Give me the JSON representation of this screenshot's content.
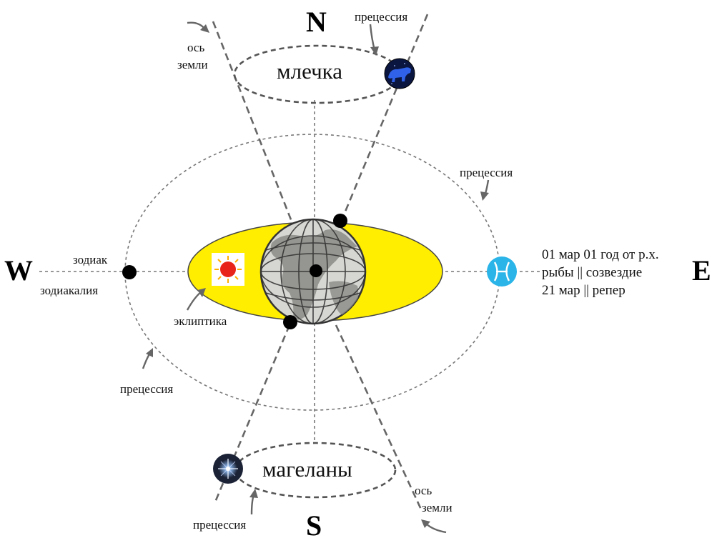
{
  "compass": {
    "north": "N",
    "south": "S",
    "west": "W",
    "east": "E"
  },
  "labels": {
    "precession_top": "прецессия",
    "precession_right": "прецессия",
    "precession_left": "прецессия",
    "precession_bottom": "прецессия",
    "axis_top_line1": "ось",
    "axis_top_line2": "земли",
    "axis_bottom_line1": "ось",
    "axis_bottom_line2": "земли",
    "milky_way": "млечка",
    "magellans": "магеланы",
    "zodiac": "зодиак",
    "zodiacalia": "зодиакалия",
    "ecliptic": "эклиптика",
    "east_line1": "01 мар 01 год от р.х.",
    "east_line2": "рыбы || созвездие",
    "east_line3": "21 мар || репер"
  },
  "icons": {
    "north_constellation": "great-bear-icon",
    "south_star": "star-icon",
    "sun": "sun-icon",
    "pisces": "pisces-icon",
    "earth": "globe-icon"
  },
  "colors": {
    "ecliptic_fill": "#ffee00",
    "sun": "#e8231a",
    "pisces": "#2ab4e8",
    "bear_bg": "#0b1640",
    "bear": "#2f62e8",
    "dot": "#000000"
  }
}
